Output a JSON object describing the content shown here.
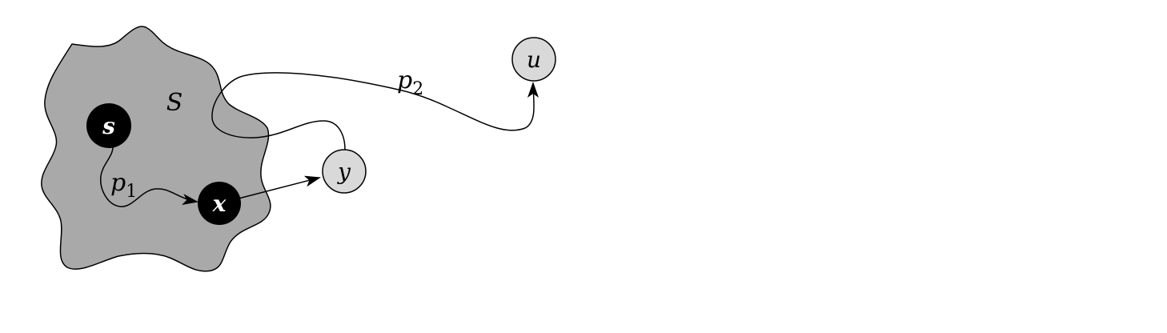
{
  "region": {
    "label": "S",
    "fill": "#a9a9a9"
  },
  "nodes": {
    "s": {
      "label": "s",
      "fill": "#000000",
      "text_color": "#ffffff"
    },
    "x": {
      "label": "x",
      "fill": "#000000",
      "text_color": "#ffffff"
    },
    "y": {
      "label": "y",
      "fill": "#d9d9d9",
      "text_color": "#000000"
    },
    "u": {
      "label": "u",
      "fill": "#d9d9d9",
      "text_color": "#000000"
    }
  },
  "paths": {
    "p1": {
      "base": "p",
      "sub": "1"
    },
    "p2": {
      "base": "p",
      "sub": "2"
    }
  }
}
